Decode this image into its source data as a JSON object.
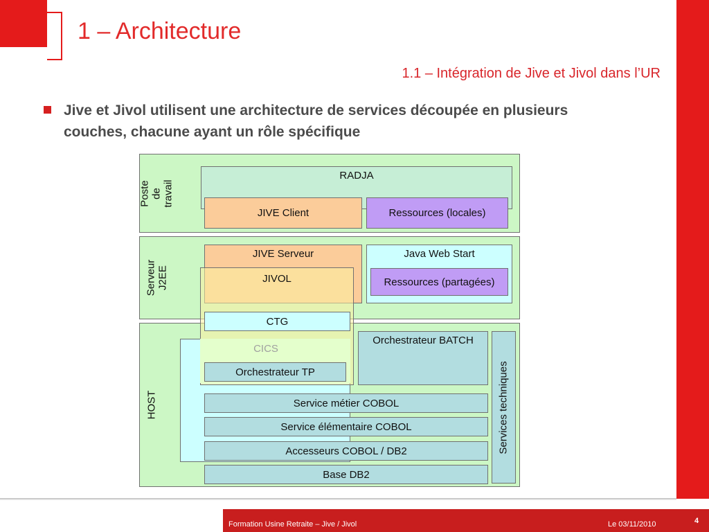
{
  "slide": {
    "title": "1 – Architecture",
    "subtitle": "1.1 – Intégration de Jive et Jivol dans l’UR",
    "bullet": "Jive et Jivol utilisent une architecture de services découpée en plusieurs couches, chacune ayant un rôle spécifique"
  },
  "diagram": {
    "tiers": {
      "poste": "Poste de travail",
      "serveur": "Serveur J2EE",
      "host": "HOST"
    },
    "boxes": {
      "radja": "RADJA",
      "jive_client": "JIVE Client",
      "ressources_locales": "Ressources (locales)",
      "jive_serveur": "JIVE Serveur",
      "java_web_start": "Java Web Start",
      "jivol": "JIVOL",
      "ressources_partagees": "Ressources (partagées)",
      "ctg": "CTG",
      "cics": "CICS",
      "orchestrateur_tp": "Orchestrateur TP",
      "orchestrateur_batch": "Orchestrateur BATCH",
      "services_techniques": "Services techniques",
      "service_metier": "Service métier COBOL",
      "service_elementaire": "Service élémentaire COBOL",
      "accesseurs": "Accesseurs COBOL / DB2",
      "base_db2": "Base DB2"
    },
    "colors": {
      "tier_background": "#ccf7c5",
      "radja": "#c6eed6",
      "jive": "#fbcc9a",
      "jivol": "#fbe89a",
      "ressources": "#c09cf5",
      "java_web_start": "#ccffff",
      "ctg": "#ccffff",
      "cics": "#e4ffcc",
      "cics_text": "#a0a0a0",
      "host_services": "#b2dde0",
      "accent_red": "#e41b1b"
    }
  },
  "footer": {
    "left": "Formation Usine Retraite – Jive / Jivol",
    "date": "Le 03/11/2010",
    "page": "4"
  }
}
